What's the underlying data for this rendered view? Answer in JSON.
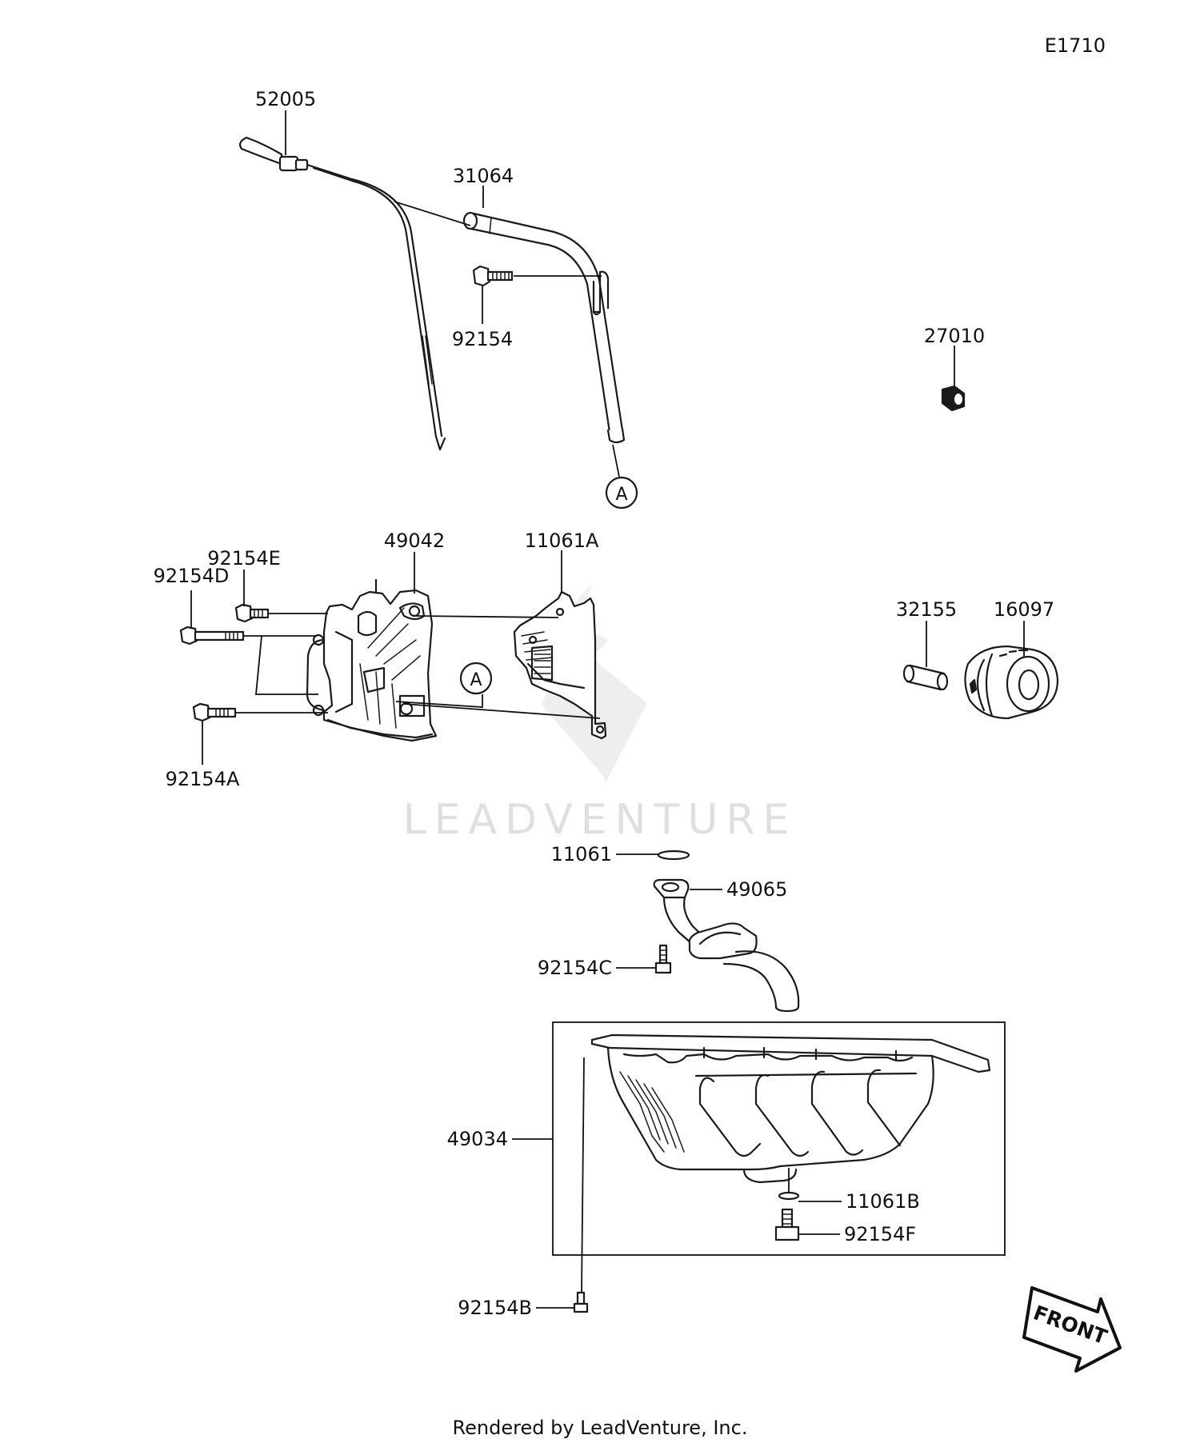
{
  "diagram_code": "E1710",
  "footer": "Rendered by LeadVenture, Inc.",
  "watermark": "LEADVENTURE",
  "callout": "A",
  "front_label": "FRONT",
  "parts": [
    {
      "id": "52005"
    },
    {
      "id": "31064"
    },
    {
      "id": "92154"
    },
    {
      "id": "27010"
    },
    {
      "id": "92154E"
    },
    {
      "id": "92154D"
    },
    {
      "id": "49042"
    },
    {
      "id": "11061A"
    },
    {
      "id": "92154A"
    },
    {
      "id": "32155"
    },
    {
      "id": "16097"
    },
    {
      "id": "11061"
    },
    {
      "id": "49065"
    },
    {
      "id": "92154C"
    },
    {
      "id": "49034"
    },
    {
      "id": "11061B"
    },
    {
      "id": "92154F"
    },
    {
      "id": "92154B"
    }
  ]
}
